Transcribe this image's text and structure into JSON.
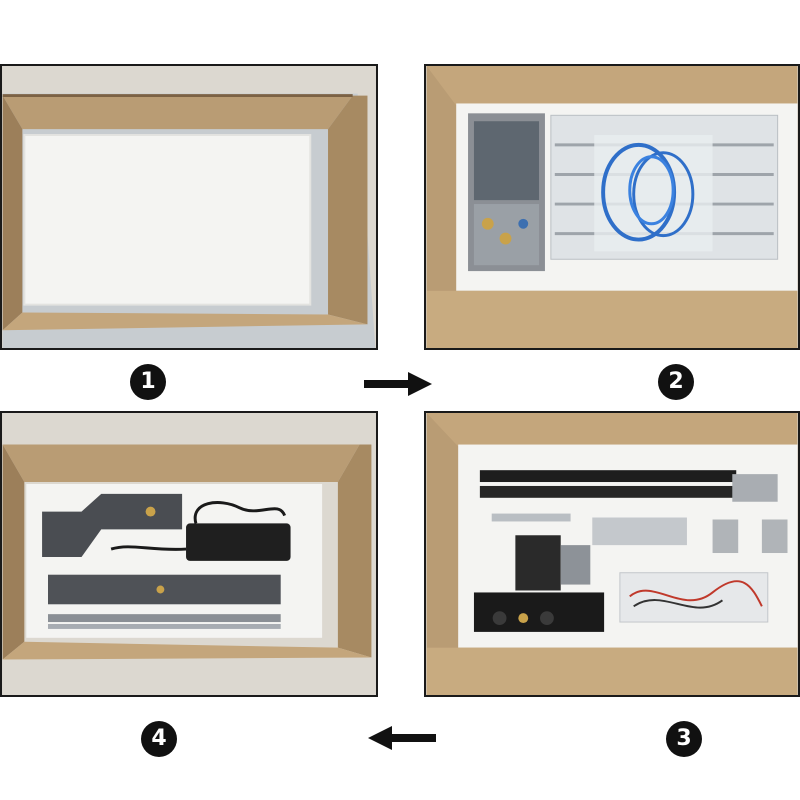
{
  "steps": [
    {
      "number": "1",
      "content": "box-open-foam-cover"
    },
    {
      "number": "2",
      "content": "frame-rails-cables-bags"
    },
    {
      "number": "3",
      "content": "extrusions-carriage-motors"
    },
    {
      "number": "4",
      "content": "plates-power-adapter-rails"
    }
  ],
  "arrows": {
    "top": "right",
    "bottom": "left"
  },
  "colors": {
    "cardboard": "#b89a72",
    "cardboard_dark": "#8e7250",
    "foam": "#f4f4f2",
    "badge": "#111111",
    "arrow": "#111111",
    "border": "#1a1a1a",
    "floor": "#d8d4cc"
  }
}
